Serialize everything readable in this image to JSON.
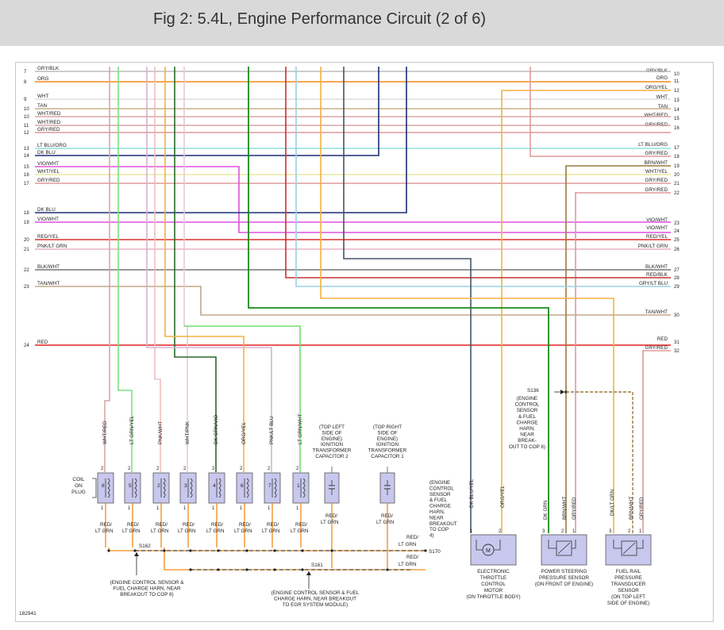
{
  "page": {
    "title": "Fig 2: 5.4L, Engine Performance Circuit (2 of 6)"
  },
  "colors": {
    "gry_blk": "#bbbbbb",
    "org": "#f08a14",
    "wht": "#dddddd",
    "tan": "#c9b08a",
    "wht_red": "#d9a6a6",
    "gry_red": "#e09a9a",
    "lt_blu_org": "#8fe0e0",
    "dk_blu": "#1a2d78",
    "vio_wht": "#e050e0",
    "wht_yel": "#e8e8a0",
    "red_yel": "#d83030",
    "pnk_lt_grn": "#e8b0c8",
    "blk_wht": "#777777",
    "tan_wht": "#c2a888",
    "red": "#e02020",
    "lt_grn": "#60e060",
    "dk_grn": "#1a8a1a",
    "org_yel": "#f5b040",
    "brn_wht": "#9a7a40",
    "dk_blu_yel": "#445566",
    "pnk_wht": "#f0c0c0",
    "wht_pnk": "#e8c8d8",
    "red_blk": "#c83030",
    "gry_lt_blu": "#9ad0e8",
    "dk_grn_vio": "#2a6a2a",
    "pnk_lt_blu": "#d8b0d0",
    "lt_grn_wht": "#70e070",
    "lt_grn_yel": "#7ee07e"
  },
  "left_wires": [
    {
      "num": "7",
      "label": "GRY/BLK"
    },
    {
      "num": "8",
      "label": "ORG"
    },
    {
      "num": "9",
      "label": "WHT"
    },
    {
      "num": "10",
      "label": "TAN"
    },
    {
      "num": "10",
      "label": "WHT/RED"
    },
    {
      "num": "11",
      "label": "WHT/RED"
    },
    {
      "num": "12",
      "label": "GRY/RED"
    },
    {
      "num": "13",
      "label": "LT BLU/ORG"
    },
    {
      "num": "14",
      "label": "DK BLU"
    },
    {
      "num": "15",
      "label": "VIO/WHT"
    },
    {
      "num": "16",
      "label": "WHT/YEL"
    },
    {
      "num": "17",
      "label": "GRY/RED"
    },
    {
      "num": "18",
      "label": "DK BLU"
    },
    {
      "num": "19",
      "label": "VIO/WHT"
    },
    {
      "num": "20",
      "label": "RED/YEL"
    },
    {
      "num": "21",
      "label": "PNK/LT GRN"
    },
    {
      "num": "22",
      "label": "BLK/WHT"
    },
    {
      "num": "23",
      "label": "TAN/WHT"
    },
    {
      "num": "24",
      "label": "RED"
    }
  ],
  "right_wires": [
    {
      "num": "10",
      "label": "GRY/BLK"
    },
    {
      "num": "11",
      "label": "ORG"
    },
    {
      "num": "12",
      "label": "ORG/YEL"
    },
    {
      "num": "13",
      "label": "WHT"
    },
    {
      "num": "14",
      "label": "TAN"
    },
    {
      "num": "15",
      "label": "WHT/RED"
    },
    {
      "num": "16",
      "label": "GRY/RED"
    },
    {
      "num": "17",
      "label": "LT BLU/ORG"
    },
    {
      "num": "18",
      "label": "GRY/RED"
    },
    {
      "num": "19",
      "label": "BRN/WHT"
    },
    {
      "num": "20",
      "label": "WHT/YEL"
    },
    {
      "num": "21",
      "label": "GRY/RED"
    },
    {
      "num": "22",
      "label": "GRY/RED"
    },
    {
      "num": "23",
      "label": "VIO/WHT"
    },
    {
      "num": "24",
      "label": "VIO/WHT"
    },
    {
      "num": "25",
      "label": "RED/YEL"
    },
    {
      "num": "26",
      "label": "PNK/LT GRN"
    },
    {
      "num": "27",
      "label": "BLK/WHT"
    },
    {
      "num": "28",
      "label": "RED/BLK"
    },
    {
      "num": "29",
      "label": "GRY/LT BLU"
    },
    {
      "num": "30",
      "label": "TAN/WHT"
    },
    {
      "num": "31",
      "label": "RED"
    },
    {
      "num": "32",
      "label": "GRY/RED"
    }
  ],
  "coil_wires": [
    "WHT/RED",
    "LT GRN/YEL",
    "PNK/WHT",
    "WHT/PNK",
    "DK GRN/VIO",
    "ORG/YEL",
    "PNK/LT BLU",
    "LT GRN/WHT"
  ],
  "coil_numbers": [
    "8",
    "5",
    "2",
    "3",
    "4",
    "6",
    "7",
    "1"
  ],
  "coil_label": "COIL\nON\nPLUG",
  "pin_labels": [
    "1",
    "2"
  ],
  "red_lt_grn": "RED/\nLT GRN",
  "capacitors": [
    {
      "label": "(TOP LEFT\nSIDE OF\nENGINE)\nIGNITION\nTRANSFORMER\nCAPACITOR 2"
    },
    {
      "label": "(TOP RIGHT\nSIDE OF\nENGINE)\nIGNITION\nTRANSFORMER\nCAPACITOR 1"
    }
  ],
  "splices": {
    "s162": "S162",
    "s161": "S161",
    "s170": "S170",
    "s136": "S136"
  },
  "notes": {
    "cop4": "(ENGINE\nCONTROL\nSENSOR\n& FUEL\nCHARGE\nHARN,\nNEAR\nBREAKOUT\nTO COP\n4)",
    "cop8_bottom": "(ENGINE CONTROL SENSOR &\nFUEL CHARGE HARN, NEAR\nBREAKOUT TO COP 8)",
    "egr": "(ENGINE CONTROL SENSOR & FUEL\nCHARGE HARN, NEAR BREAKOUT\nTO EGR SYSTEM MODULE)",
    "s136": "(ENGINE\nCONTROL\nSENSOR\n& FUEL\nCHARGE\nHARN,\nNEAR\nBREAK-\nOUT TO COP 8)"
  },
  "components": [
    {
      "wires": [
        "DK BLU/YEL",
        "ORG/YEL"
      ],
      "pins": [
        "1",
        "2"
      ],
      "name": "ELECTRONIC\nTHROTTLE\nCONTROL\nMOTOR\n(ON THROTTLE BODY)",
      "symbol": "M"
    },
    {
      "wires": [
        "DK GRN",
        "BRN/WHT",
        "GRY/RED"
      ],
      "pins": [
        "3",
        "2",
        "1"
      ],
      "name": "POWER STEERING\nPRESSURE SENSOR\n(ON FRONT OF ENGINE)"
    },
    {
      "wires": [
        "DK/LT GRN",
        "BRN/WHT",
        "GRY/RED"
      ],
      "pins": [
        "3",
        "2",
        "1"
      ],
      "name": "FUEL RAIL\nPRESSURE\nTRANSDUCER\nSENSOR\n(ON TOP LEFT\nSIDE OF ENGINE)"
    }
  ],
  "figure_id": "182941"
}
